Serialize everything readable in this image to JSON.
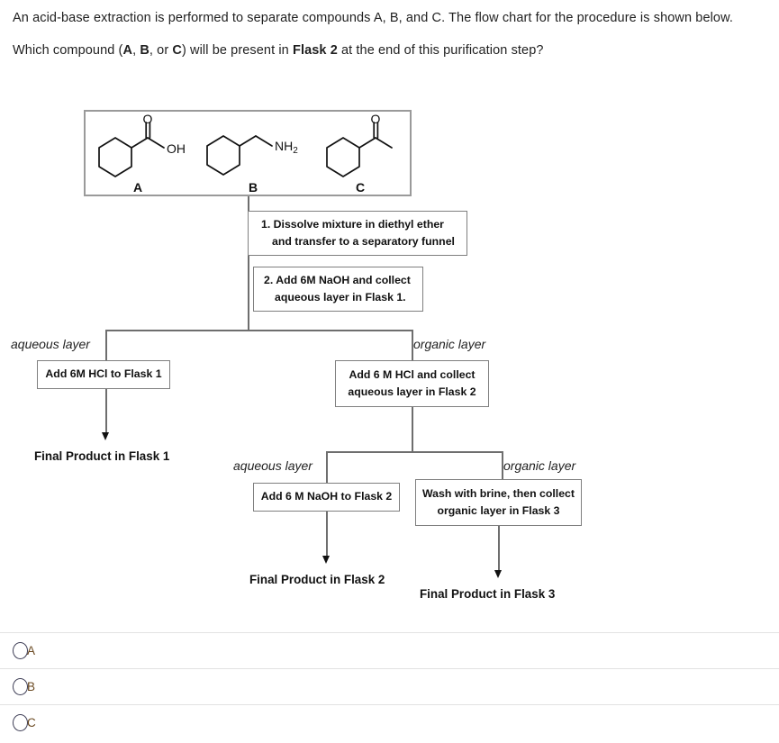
{
  "question": {
    "line_1": "An acid-base extraction is performed to separate compounds A, B, and C. The flow chart for the procedure is shown below.",
    "line_2_part_1": "Which compound (",
    "line_2_a": "A",
    "line_2_sep_1": ", ",
    "line_2_b": "B",
    "line_2_sep_2": ", or ",
    "line_2_c": "C",
    "line_2_part_2": ") will be present in ",
    "line_2_flask": "Flask 2",
    "line_2_part_3": " at the end of this purification step?"
  },
  "structures": {
    "compounds": [
      {
        "label": "A",
        "name": "cyclohexanecarboxylic-acid",
        "group_text": "OH",
        "carbonyl_text": "O"
      },
      {
        "label": "B",
        "name": "cyclohexylmethylamine",
        "group_text": "NH",
        "group_sub": "2"
      },
      {
        "label": "C",
        "name": "cyclohexyl-methyl-ketone",
        "carbonyl_text": "O"
      }
    ]
  },
  "flowchart": {
    "steps": [
      {
        "id": "step-1",
        "line_1": "1. Dissolve mixture in diethyl ether",
        "line_2": "and transfer to a separatory funnel"
      },
      {
        "id": "step-2",
        "line_1": "2. Add 6M NaOH and collect",
        "line_2": "aqueous layer in Flask 1."
      }
    ],
    "branch_1": {
      "aqueous_label": "aqueous layer",
      "organic_label": "organic layer",
      "aqueous_action": {
        "line_1": "Add 6M HCl to Flask 1"
      },
      "organic_action": {
        "line_1": "Add 6 M HCl and collect",
        "line_2": "aqueous layer in Flask 2"
      }
    },
    "branch_2": {
      "aqueous_label": "aqueous layer",
      "organic_label": "organic layer",
      "aqueous_action": {
        "line_1": "Add 6 M NaOH to Flask 2"
      },
      "organic_action": {
        "line_1": "Wash with brine, then collect",
        "line_2": "organic layer in Flask 3"
      }
    },
    "outcomes": [
      {
        "id": "flask-1",
        "label": "Final Product in Flask 1"
      },
      {
        "id": "flask-2",
        "label": "Final Product in Flask 2"
      },
      {
        "id": "flask-3",
        "label": "Final Product in Flask 3"
      }
    ]
  },
  "answers": {
    "options": [
      {
        "value": "A",
        "label": "A",
        "selected": false
      },
      {
        "value": "B",
        "label": "B",
        "selected": false
      },
      {
        "value": "C",
        "label": "C",
        "selected": false
      }
    ]
  },
  "colors": {
    "text": "#1f1f1f",
    "box_border": "#7f7f7f",
    "panel_border": "#9a9a9a",
    "connector": "#6e6e6e",
    "divider": "#e2e2e2",
    "choice_text": "#6b4a22",
    "radio_border": "#3d3d55"
  }
}
